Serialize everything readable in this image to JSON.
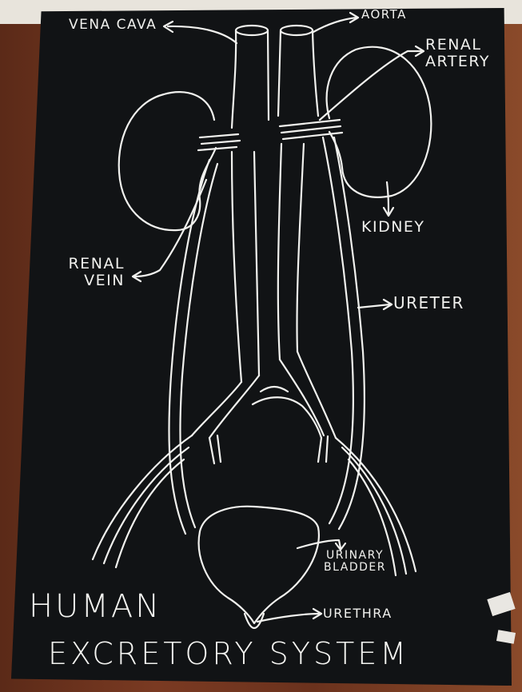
{
  "labels": {
    "vena_cava": "VENA CAVA",
    "aorta": "AORTA",
    "renal_artery": "RENAL\nARTERY",
    "kidney": "KIDNEY",
    "renal_vein": "RENAL\nVEIN",
    "ureter": "URETER",
    "urinary_bladder": "URINARY\nBLADDER",
    "urethra": "URETHRA"
  },
  "title": {
    "line1": "HUMAN",
    "line2": "EXCRETORY SYSTEM"
  },
  "colors": {
    "board": "#111315",
    "chalk": "#f1f1ee",
    "frame": "#6b321d"
  }
}
